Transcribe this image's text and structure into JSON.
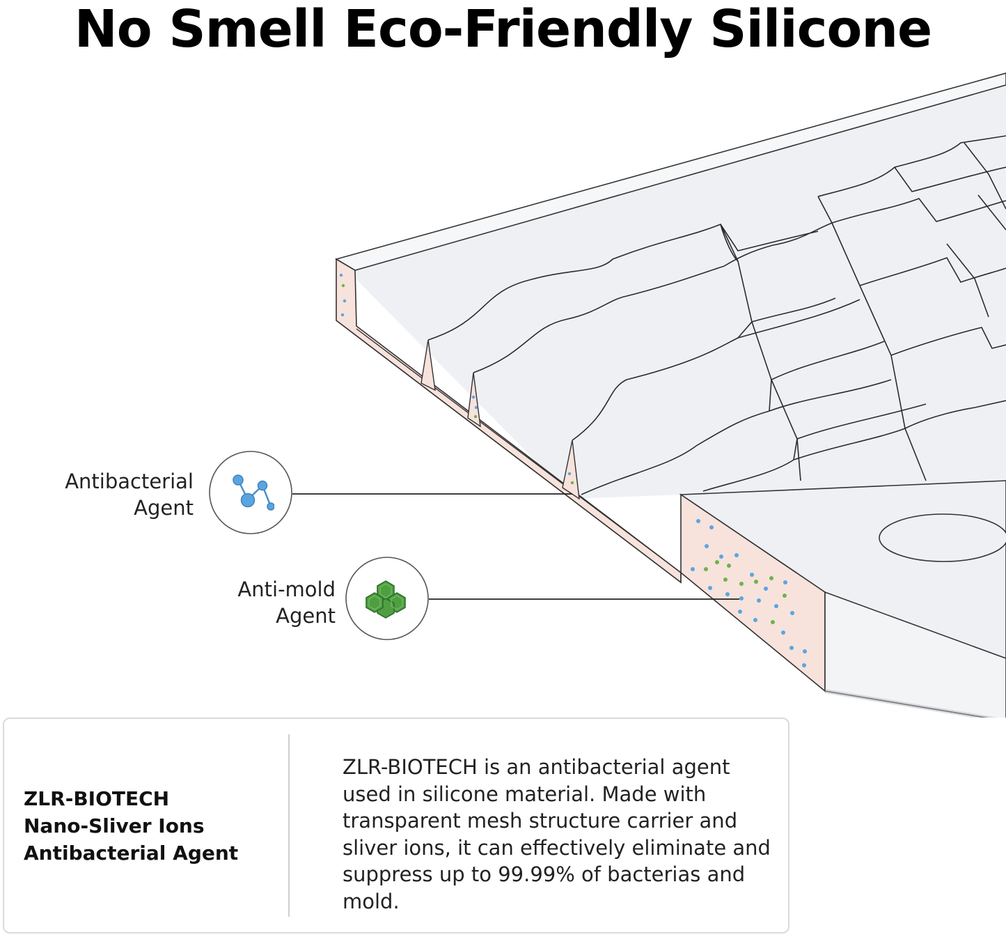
{
  "title": "No Smell Eco-Friendly Silicone",
  "callouts": {
    "antibacterial": {
      "line1": "Antibacterial",
      "line2": "Agent",
      "icon": "molecule-icon",
      "color": "#5aa5e0"
    },
    "antimold": {
      "line1": "Anti-mold",
      "line2": "Agent",
      "icon": "hexagon-cluster-icon",
      "color": "#4f9f42"
    }
  },
  "info": {
    "heading": [
      "ZLR-BIOTECH",
      "Nano-Sliver Ions",
      "Antibacterial Agent"
    ],
    "body": "ZLR-BIOTECH is an antibacterial agent used in silicone material. Made with transparent mesh structure carrier and sliver ions, it can effectively eliminate and suppress up to 99.99% of bacterias and mold."
  }
}
